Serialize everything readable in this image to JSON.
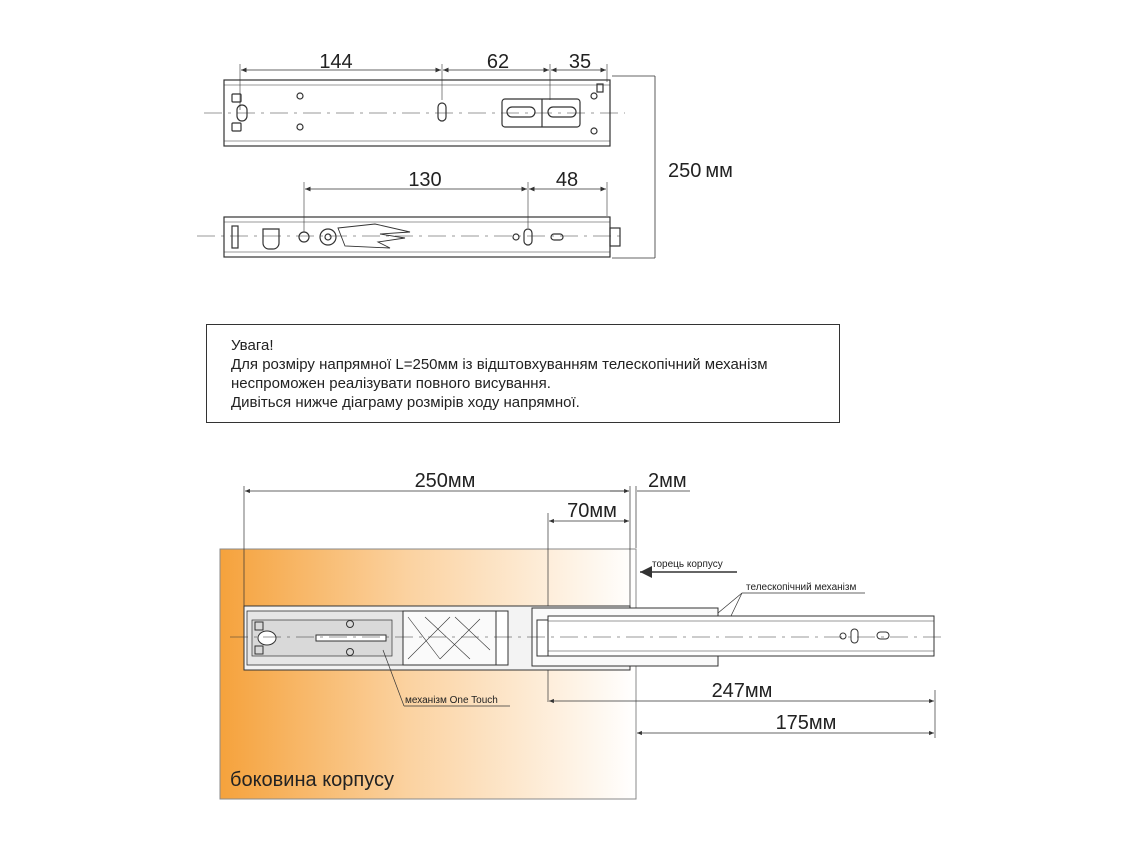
{
  "top_drawing": {
    "dim_144": "144",
    "dim_62": "62",
    "dim_35": "35",
    "dim_130": "130",
    "dim_48": "48",
    "dim_250": "250 мм"
  },
  "note": {
    "line1": "Увага!",
    "line2": "Для розміру напрямної L=250мм із відштовхуванням телескопічний механізм",
    "line3": "неспроможен реалізувати повного висування.",
    "line4": "Дивіться нижче діаграму розмірів ходу напрямної."
  },
  "bottom_drawing": {
    "dim_250": "250мм",
    "dim_2": "2мм",
    "dim_70": "70мм",
    "dim_247": "247мм",
    "dim_175": "175мм",
    "label_torets": "торець корпусу",
    "label_telescopic": "телескопічний механізм",
    "label_one_touch": "механізм One Touch",
    "label_bokovyna": "боковина корпусу"
  },
  "colors": {
    "panel_left": "#f5a23c",
    "panel_right": "#ffffff",
    "line": "#333333"
  }
}
